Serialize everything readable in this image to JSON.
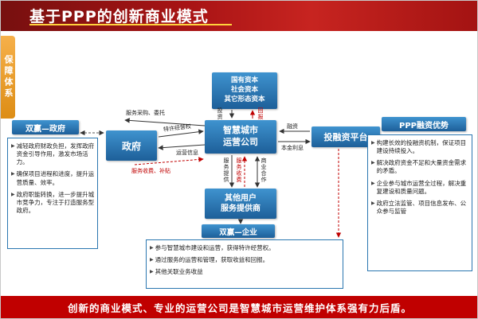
{
  "header": {
    "title": "基于PPP的创新商业模式"
  },
  "side_tab": {
    "label": "保障体系"
  },
  "footer": {
    "text": "创新的商业模式、专业的运营公司是智慧城市运营维护体系强有力后盾。"
  },
  "diagram": {
    "capital": "国有资本\n社会资本\n其它形态资本",
    "operator": "智慧城市\n运营公司",
    "government": "政府",
    "platform": "投融资平台",
    "providers": "其他用户\n服务提供商",
    "labels": {
      "procurement": "服务采购、委托",
      "franchise": "特许经营权",
      "operation_info": "运营信息",
      "fee_subsidy": "服务收费、补贴",
      "invest": "投资",
      "return": "回报",
      "financing": "融资",
      "principal_interest": "本金利息",
      "service_provide": "服务提供",
      "service_fee": "服务收费",
      "business_coop": "商业合作"
    }
  },
  "left_panel": {
    "header": "双赢—政府",
    "items": [
      "减轻政府财政负担，发挥政府资金引导作用，激发市场活力。",
      "确保项目进程和进度，提升运营质量、效率。",
      "政府职能转换，进一步提升城市竞争力，专注于打造服务型政府。"
    ]
  },
  "right_panel": {
    "header": "PPP融资优势",
    "items": [
      "构建长效的投融资机制，保证项目建设持续投入。",
      "解决政府资金不足和大量资金需求的矛盾。",
      "企业参与城市运营全过程，解决重复建设和质量问题。",
      "政府立法监管、项目信息发布、公众参与监管"
    ]
  },
  "bottom_panel": {
    "header": "双赢—企业",
    "items": [
      "参与智慧城市建设和运营，获得特许经营权。",
      "通过服务的运营和管理，获取收益和回报。",
      "其他关联业务收益"
    ]
  },
  "icons": {
    "bullet": "▶"
  },
  "colors": {
    "banner_red": "#A91415",
    "footer_red": "#C00000",
    "box_blue": "#2272B4",
    "tab_orange": "#E79A2E",
    "underline_yellow": "#FFD23C",
    "label_red": "#C00000"
  }
}
